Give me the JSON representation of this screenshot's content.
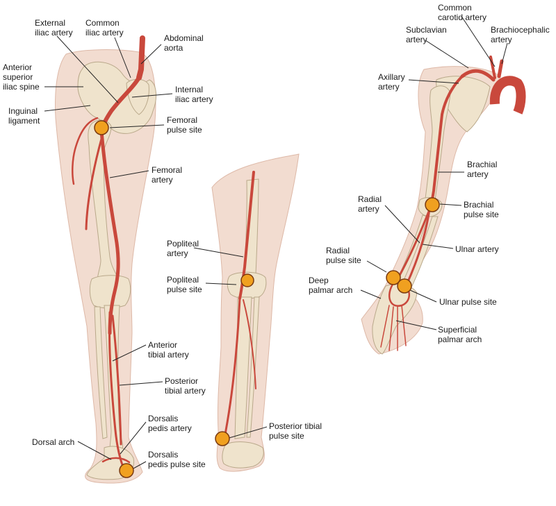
{
  "colors": {
    "skin": "#f2dcd0",
    "skin_edge": "#ddb8a7",
    "bone": "#efe3cc",
    "bone_edge": "#b9a88a",
    "artery": "#c9483c",
    "artery_dark": "#9e2f26",
    "pulse_fill": "#f0a020",
    "pulse_edge": "#7a3a10",
    "leader": "#222222"
  },
  "leg": {
    "external_iliac": [
      "External",
      "iliac artery"
    ],
    "common_iliac": [
      "Common",
      "iliac artery"
    ],
    "abdominal_aorta": [
      "Abdominal",
      "aorta"
    ],
    "asis": [
      "Anterior",
      "superior",
      "iliac spine"
    ],
    "internal_iliac": [
      "Internal",
      "iliac artery"
    ],
    "inguinal": [
      "Inguinal",
      "ligament"
    ],
    "femoral_pulse": [
      "Femoral",
      "pulse site"
    ],
    "femoral_artery": [
      "Femoral",
      "artery"
    ],
    "anterior_tibial": [
      "Anterior",
      "tibial artery"
    ],
    "posterior_tibial": [
      "Posterior",
      "tibial artery"
    ],
    "dorsalis_pedis": [
      "Dorsalis",
      "pedis artery"
    ],
    "dorsal_arch": [
      "Dorsal arch"
    ],
    "dorsalis_pedis_pulse": [
      "Dorsalis",
      "pedis pulse site"
    ]
  },
  "posterior_leg": {
    "popliteal_artery": [
      "Popliteal",
      "artery"
    ],
    "popliteal_pulse": [
      "Popliteal",
      "pulse site"
    ],
    "posterior_tibial_pulse": [
      "Posterior tibial",
      "pulse site"
    ]
  },
  "arm": {
    "common_carotid": [
      "Common",
      "carotid artery"
    ],
    "subclavian": [
      "Subclavian",
      "artery"
    ],
    "brachiocephalic": [
      "Brachiocephalic",
      "artery"
    ],
    "axillary": [
      "Axillary",
      "artery"
    ],
    "brachial_artery": [
      "Brachial",
      "artery"
    ],
    "radial_artery": [
      "Radial",
      "artery"
    ],
    "brachial_pulse": [
      "Brachial",
      "pulse site"
    ],
    "ulnar_artery": [
      "Ulnar artery"
    ],
    "radial_pulse": [
      "Radial",
      "pulse site"
    ],
    "deep_palmar": [
      "Deep",
      "palmar arch"
    ],
    "ulnar_pulse": [
      "Ulnar pulse site"
    ],
    "superficial_palmar": [
      "Superficial",
      "palmar arch"
    ]
  }
}
